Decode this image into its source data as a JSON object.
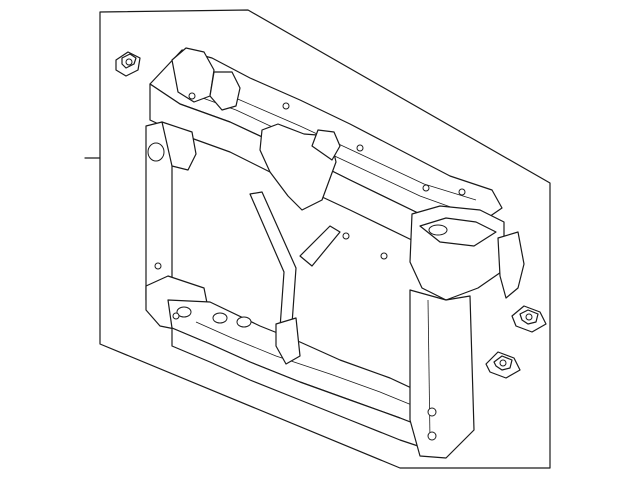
{
  "diagram": {
    "parts": [
      "radiator-support-panel",
      "clip-nut",
      "clip-nut",
      "clip-nut"
    ],
    "colors": {
      "line": "#1a1a1a",
      "background": "#ffffff"
    }
  }
}
